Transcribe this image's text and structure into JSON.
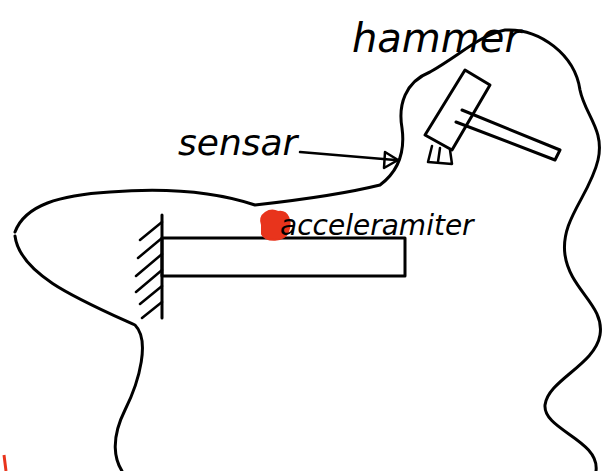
{
  "diagram": {
    "labels": [
      "hammer",
      "sensar",
      "acceleramiter"
    ]
  }
}
